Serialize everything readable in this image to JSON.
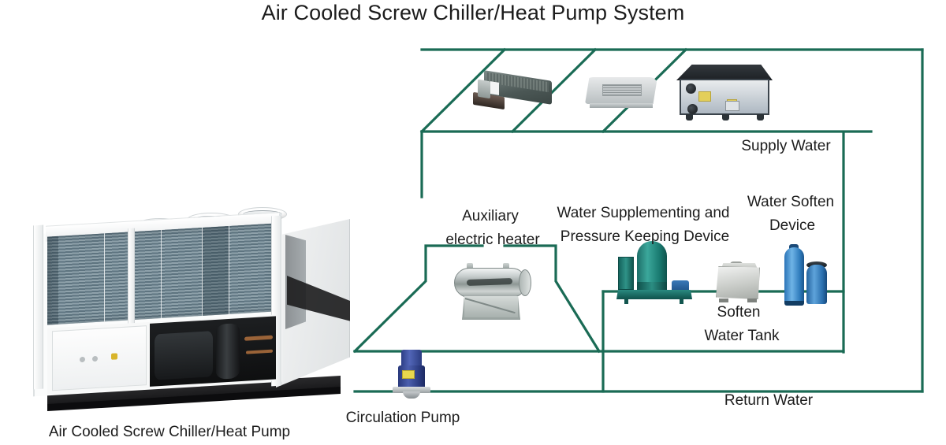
{
  "diagram": {
    "title": "Air Cooled Screw Chiller/Heat Pump System",
    "pipe_color": "#1a6b55",
    "background": "#ffffff"
  },
  "labels": {
    "chiller": "Air Cooled Screw Chiller/Heat Pump",
    "circulation_pump": "Circulation Pump",
    "auxiliary_heater_line1": "Auxiliary",
    "auxiliary_heater_line2": "electric heater",
    "water_supplementing_line1": "Water Supplementing and",
    "water_supplementing_line2": "Pressure Keeping Device",
    "water_soften_line1": "Water Soften",
    "water_soften_line2": "Device",
    "soften_water_tank_line1": "Soften",
    "soften_water_tank_line2": "Water Tank",
    "supply_water": "Supply Water",
    "return_water": "Return Water"
  },
  "equipment": [
    {
      "id": "chiller",
      "name": "Air Cooled Screw Chiller/Heat Pump"
    },
    {
      "id": "fan-coil-unit-1",
      "name": "Concealed Duct Fan Coil Unit"
    },
    {
      "id": "fan-coil-unit-2",
      "name": "Cassette Fan Coil Unit"
    },
    {
      "id": "air-handling-unit",
      "name": "Air Handling Unit"
    },
    {
      "id": "auxiliary-electric-heater",
      "name": "Auxiliary electric heater"
    },
    {
      "id": "pressure-keeping-device",
      "name": "Water Supplementing and Pressure Keeping Device"
    },
    {
      "id": "soften-water-tank",
      "name": "Soften Water Tank"
    },
    {
      "id": "water-soften-device",
      "name": "Water Soften Device"
    },
    {
      "id": "circulation-pump",
      "name": "Circulation Pump"
    }
  ],
  "chiller_parts": {
    "fan_count": 4,
    "coil_panels": 4
  }
}
